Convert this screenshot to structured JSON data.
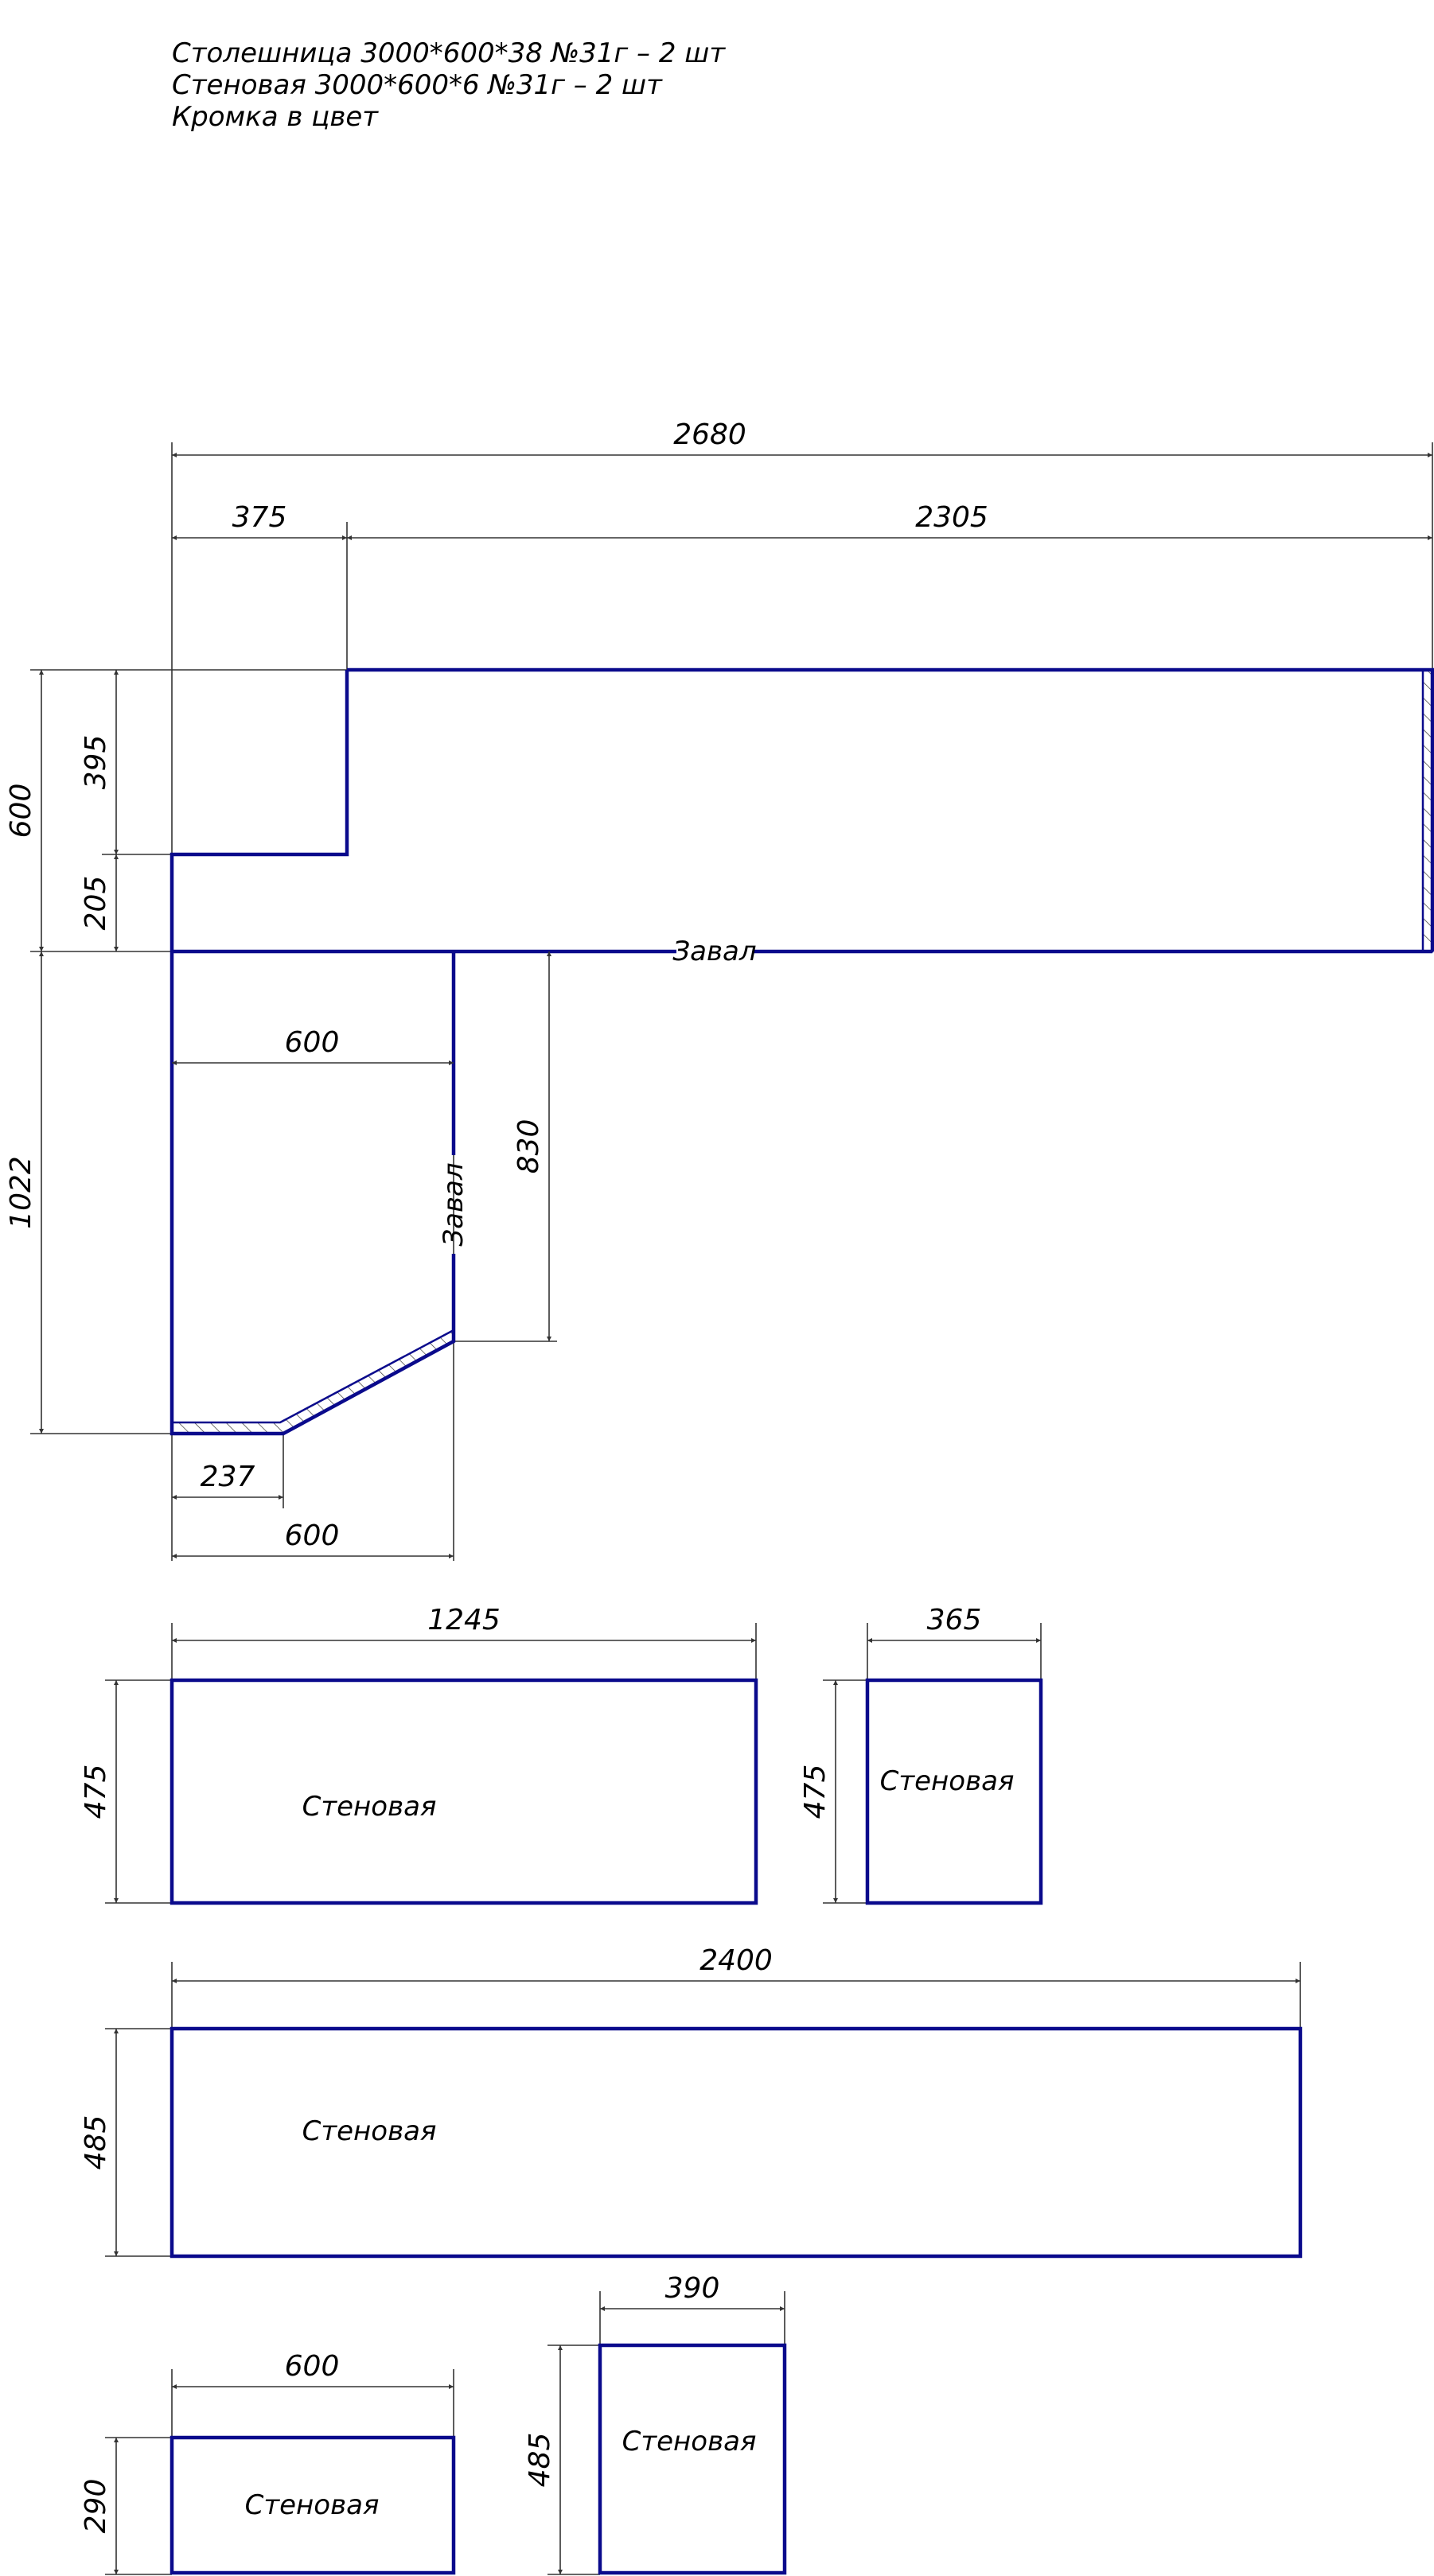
{
  "notes": {
    "line1": "Столешница 3000*600*38 №31г – 2 шт",
    "line2": "Стеновая 3000*600*6 №31г – 2 шт",
    "line3": "Кромка в цвет"
  },
  "colors": {
    "outline": "#0a0a8c",
    "dimension": "#333333"
  },
  "countertop": {
    "dims": {
      "overall_width": "2680",
      "left_offset": "375",
      "right_width": "2305",
      "overall_depth": "600",
      "step_depth": "395",
      "left_depth": "205",
      "leg_length": "1022",
      "leg_width": "600",
      "leg_inner_depth": "830",
      "bottom_edge": "237",
      "bottom_width": "600"
    },
    "labels": {
      "zaval_horizontal": "Завал",
      "zaval_vertical": "Завал"
    }
  },
  "panels": [
    {
      "label": "Стеновая",
      "width": "1245",
      "height": "475"
    },
    {
      "label": "Стеновая",
      "width": "365",
      "height": "475"
    },
    {
      "label": "Стеновая",
      "width": "2400",
      "height": "485"
    },
    {
      "label": "Стеновая",
      "width": "600",
      "height": "290"
    },
    {
      "label": "Стеновая",
      "width": "390",
      "height": "485"
    }
  ]
}
